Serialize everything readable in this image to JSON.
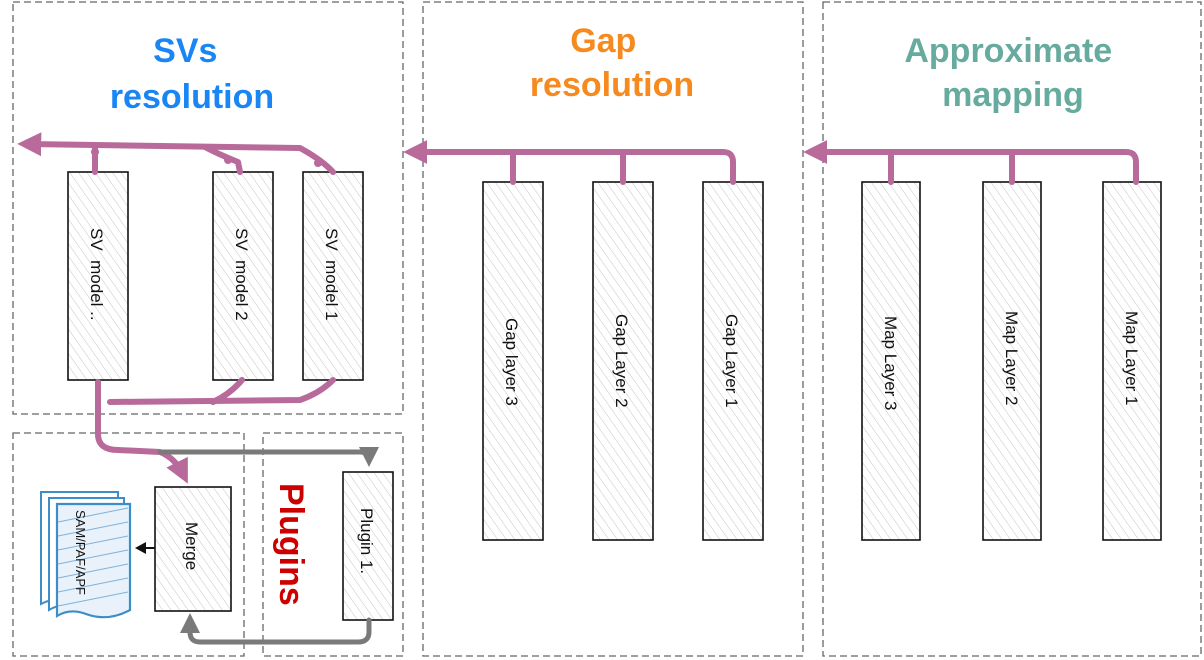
{
  "sections": {
    "svs": {
      "title": [
        "SVs",
        "resolution"
      ],
      "color": "#1a86f5"
    },
    "gap": {
      "title": [
        "Gap",
        "resolution"
      ],
      "color": "#f68a1e"
    },
    "approx": {
      "title": [
        "Approximate",
        "mapping"
      ],
      "color": "#67ab9f"
    },
    "plugins": {
      "title": "Plugins",
      "color": "#cc0000"
    }
  },
  "boxes": {
    "sv_model_etc": "SV  model ..",
    "sv_model_2": "SV  model 2",
    "sv_model_1": "SV  model 1",
    "gap_layer_3": "Gap layer 3",
    "gap_layer_2": "Gap Layer 2",
    "gap_layer_1": "Gap Layer 1",
    "map_layer_3": "Map Layer 3",
    "map_layer_2": "Map Layer 2",
    "map_layer_1": "Map Layer 1",
    "merge": "Merge",
    "plugin_1": "Plugin 1."
  },
  "output_doc": {
    "label": "SAM/PAF/APF",
    "color": "#3d8dc8"
  },
  "colors": {
    "flow_arrow": "#b86a9b",
    "plugin_arrow": "#7a7a7a"
  }
}
